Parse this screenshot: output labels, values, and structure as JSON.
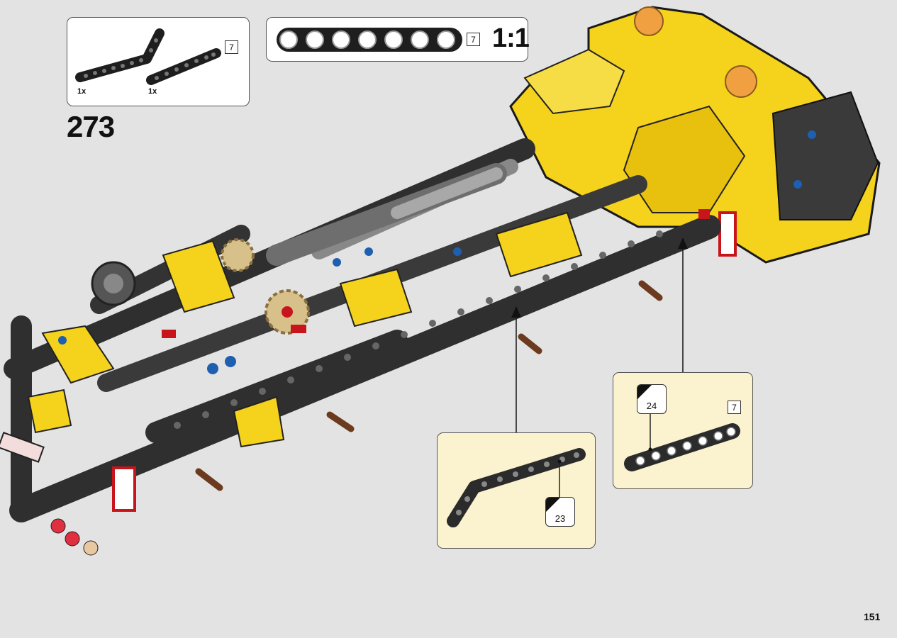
{
  "step": {
    "number": "273"
  },
  "page": {
    "number": "151"
  },
  "parts_list": {
    "items": [
      {
        "quantity": "1x",
        "part": "bent-beam"
      },
      {
        "quantity": "1x",
        "part": "straight-beam"
      }
    ],
    "beam_length": "7"
  },
  "scale_guide": {
    "beam_length": "7",
    "ratio": "1:1"
  },
  "callouts": [
    {
      "element_number": "23",
      "part": "bent-beam"
    },
    {
      "element_number": "24",
      "part": "straight-beam",
      "beam_length": "7"
    }
  ],
  "colors": {
    "background": "#e3e3e3",
    "callout_fill": "#fbf3cf",
    "lego_yellow": "#f5d21b",
    "beam_dark": "#2f2f2f",
    "axle_red": "#c8141b",
    "pin_blue": "#1f5fb0",
    "gear_tan": "#d8c08a"
  }
}
